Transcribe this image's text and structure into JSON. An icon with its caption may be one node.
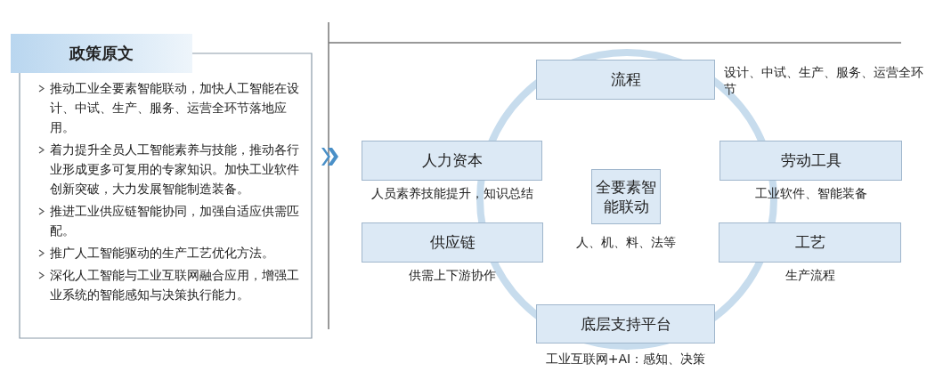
{
  "diagram": {
    "nodes": [
      {
        "text": [
          "政策原文",
          "推动工业全要素智能联动，加快人工智能在设计、中试、生产、服务、运营全环节落地应用。",
          "着力提升全员人工智能素养与技能，推动各行业形成更多可复用的专家知识。加快工业软件创新突破，大力发展智能制造装备。",
          "推进工业供应链智能协同，加强自适应供需匹配。",
          "推广人工智能驱动的生产工艺优化方法。",
          "深化人工智能与工业互联网融合应用，增强工业系统的智能感知与决策执行能力。"
        ]
      },
      {
        "text": [
          "流程"
        ],
        "beside": [
          "设计、中试、生产、服务、运营全环节"
        ]
      },
      {
        "text": [
          "人力资本"
        ],
        "beside": [
          "人员素养技能提升，知识总结"
        ]
      },
      {
        "text": [
          "全要素智能联动"
        ],
        "beside": [
          "人、机、料、法等"
        ]
      },
      {
        "text": [
          "劳动工具"
        ],
        "beside": [
          "工业软件、智能装备"
        ]
      },
      {
        "text": [
          "供应链"
        ],
        "beside": [
          "供需上下游协作"
        ]
      },
      {
        "text": [
          "工艺"
        ],
        "beside": [
          "生产流程"
        ]
      },
      {
        "text": [
          "底层支持平台"
        ],
        "beside": [
          "工业互联网+AI：感知、决策"
        ]
      }
    ]
  }
}
